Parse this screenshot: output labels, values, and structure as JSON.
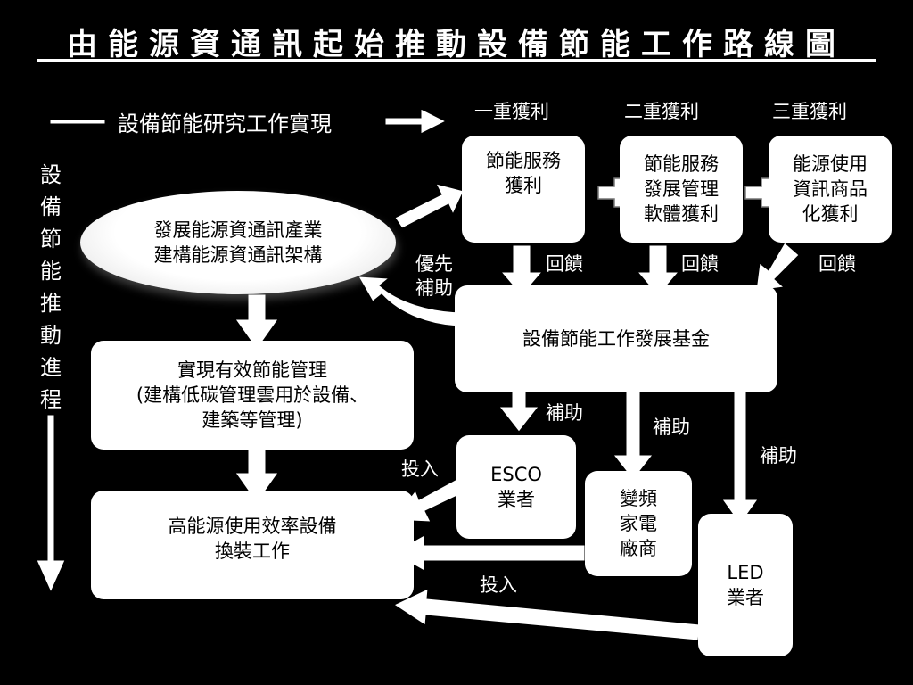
{
  "title": "由能源資通訊起始推動設備節能工作路線圖",
  "research_label": "設備節能研究工作實現",
  "vertical_label": [
    "設",
    "備",
    "節",
    "能",
    "推",
    "動",
    "進",
    "程"
  ],
  "benefit_labels": [
    "一重獲利",
    "二重獲利",
    "三重獲利"
  ],
  "ellipse_text": "發展能源資通訊產業\n建構能源資通訊架構",
  "boxes": {
    "energy_service": "節能服務\n獲利",
    "energy_service_dev": "節能服務\n發展管理\n軟體獲利",
    "energy_info_product": "能源使用\n資訊商品\n化獲利",
    "fund": "設備節能工作發展基金",
    "effective_mgmt": "實現有效節能管理\n(建構低碳管理雲用於設備、\n建築等管理)",
    "high_efficiency": "高能源使用效率設備\n換裝工作",
    "esco": "ESCO\n業者",
    "inverter": "變頻\n家電\n廠商",
    "led": "LED\n業者"
  },
  "flow_labels": {
    "feedback": "回饋",
    "priority": "優先",
    "subsidy_sub": "補助",
    "subsidy": "補助",
    "invest": "投入"
  }
}
